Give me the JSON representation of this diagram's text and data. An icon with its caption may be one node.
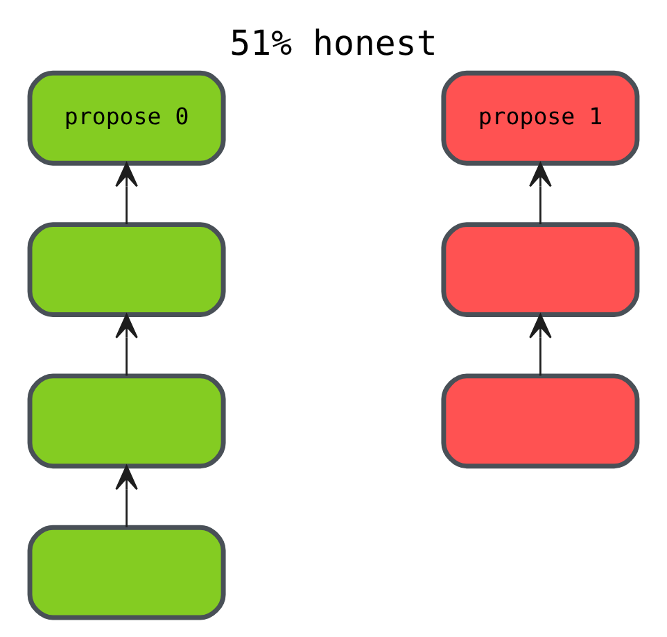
{
  "diagram": {
    "title": "51% honest",
    "nodes": [
      {
        "text": [
          "propose 0"
        ]
      },
      {
        "text": [],
        "shape": "box"
      },
      {
        "text": [],
        "shape": "box"
      },
      {
        "text": [],
        "shape": "box"
      },
      {
        "text": [
          "propose 1"
        ]
      },
      {
        "text": [],
        "shape": "box"
      },
      {
        "text": [],
        "shape": "box"
      }
    ],
    "edges": [
      {
        "from": 1,
        "to": 0,
        "arrow": "to"
      },
      {
        "from": 2,
        "to": 1,
        "arrow": "to"
      },
      {
        "from": 3,
        "to": 2,
        "arrow": "to"
      },
      {
        "from": 5,
        "to": 4,
        "arrow": "to"
      },
      {
        "from": 6,
        "to": 5,
        "arrow": "to"
      }
    ]
  }
}
